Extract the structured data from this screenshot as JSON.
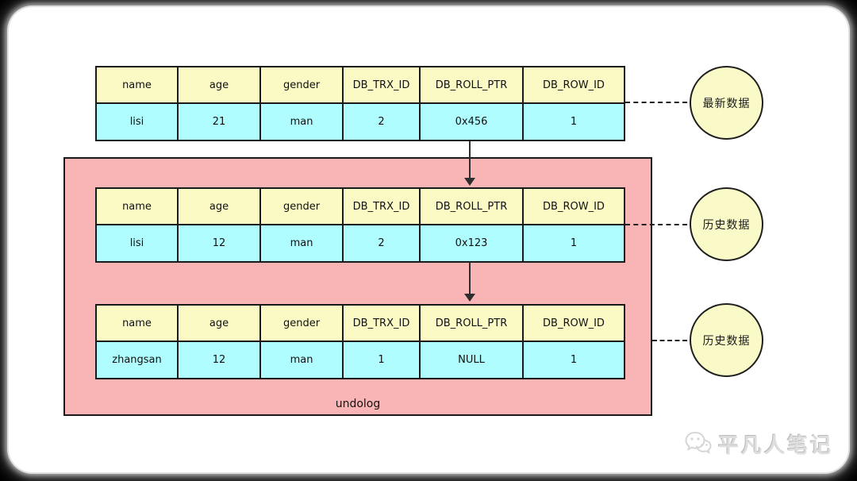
{
  "diagram": {
    "columns": [
      "name",
      "age",
      "gender",
      "DB_TRX_ID",
      "DB_ROLL_PTR",
      "DB_ROW_ID"
    ],
    "tables": [
      {
        "id": "latest",
        "row": [
          "lisi",
          "21",
          "man",
          "2",
          "0x456",
          "1"
        ],
        "annotation": "最新数据"
      },
      {
        "id": "history-1",
        "row": [
          "lisi",
          "12",
          "man",
          "2",
          "0x123",
          "1"
        ],
        "annotation": "历史数据"
      },
      {
        "id": "history-2",
        "row": [
          "zhangsan",
          "12",
          "man",
          "1",
          "NULL",
          "1"
        ],
        "annotation": "历史数据"
      }
    ],
    "undolog_label": "undolog",
    "colors": {
      "header_bg": "#FBFAC5",
      "row_bg": "#AFFDFF",
      "undolog_bg": "#F9B5B5",
      "circle_bg": "#FAFAC8",
      "border": "#1a1a1a"
    }
  },
  "watermark": {
    "brand": "平凡人笔记",
    "icon": "wechat-icon"
  }
}
